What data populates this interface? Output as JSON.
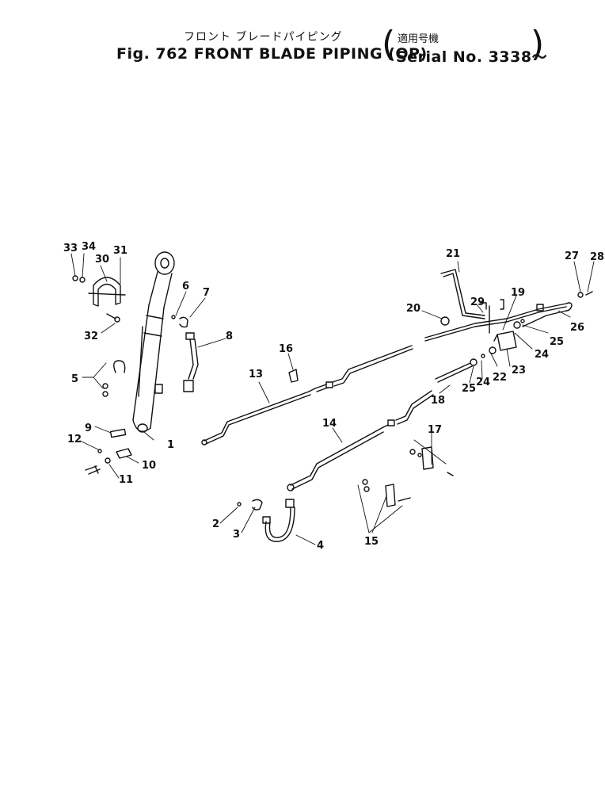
{
  "header": {
    "title_jp": "フロント ブレードパイピング",
    "title_en": "Fig. 762 FRONT BLADE PIPING (OP)",
    "applicable_jp": "適用号機",
    "serial": "Serial No. 3338～"
  },
  "callouts": [
    "1",
    "2",
    "3",
    "4",
    "5",
    "6",
    "7",
    "8",
    "9",
    "10",
    "11",
    "12",
    "13",
    "14",
    "15",
    "16",
    "17",
    "18",
    "19",
    "20",
    "21",
    "22",
    "23",
    "24",
    "24",
    "25",
    "25",
    "26",
    "27",
    "28",
    "29",
    "30",
    "31",
    "32",
    "33",
    "34"
  ],
  "colors": {
    "ink": "#111111",
    "paper": "#ffffff"
  }
}
